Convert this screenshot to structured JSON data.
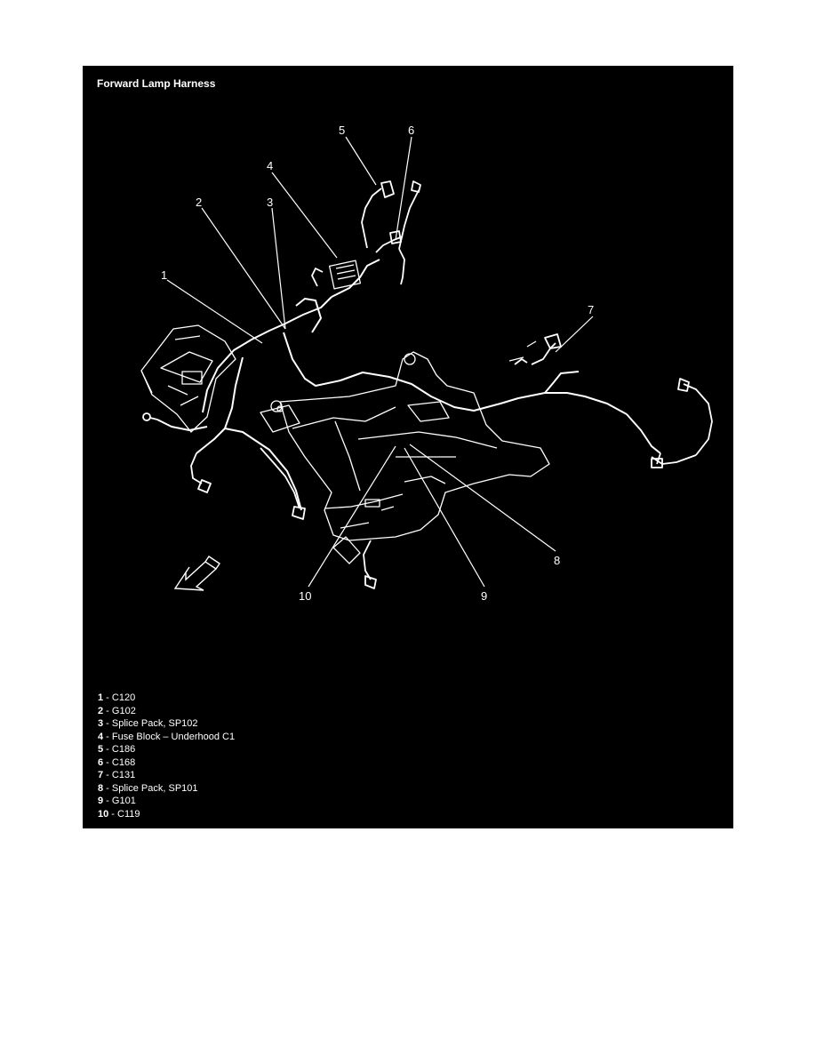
{
  "title": "Forward Lamp Harness",
  "callouts": [
    "1",
    "2",
    "3",
    "4",
    "5",
    "6",
    "7",
    "8",
    "9",
    "10"
  ],
  "legend": [
    {
      "num": "1",
      "sep": " - ",
      "label": "C120"
    },
    {
      "num": "2",
      "sep": " - ",
      "label": "G102"
    },
    {
      "num": "3",
      "sep": " - ",
      "label": "Splice Pack, SP102"
    },
    {
      "num": "4",
      "sep": " - ",
      "label": "Fuse Block – Underhood C1"
    },
    {
      "num": "5",
      "sep": " - ",
      "label": "C186"
    },
    {
      "num": "6",
      "sep": " - ",
      "label": "C168"
    },
    {
      "num": "7",
      "sep": " - ",
      "label": "C131"
    },
    {
      "num": "8",
      "sep": " - ",
      "label": "Splice Pack, SP101"
    },
    {
      "num": "9",
      "sep": " - ",
      "label": "G101"
    },
    {
      "num": "10",
      "sep": " - ",
      "label": "C119"
    }
  ],
  "colors": {
    "background": "#000000",
    "lines": "#ffffff",
    "page": "#ffffff"
  },
  "icons": [
    "front-direction-arrow-icon"
  ]
}
